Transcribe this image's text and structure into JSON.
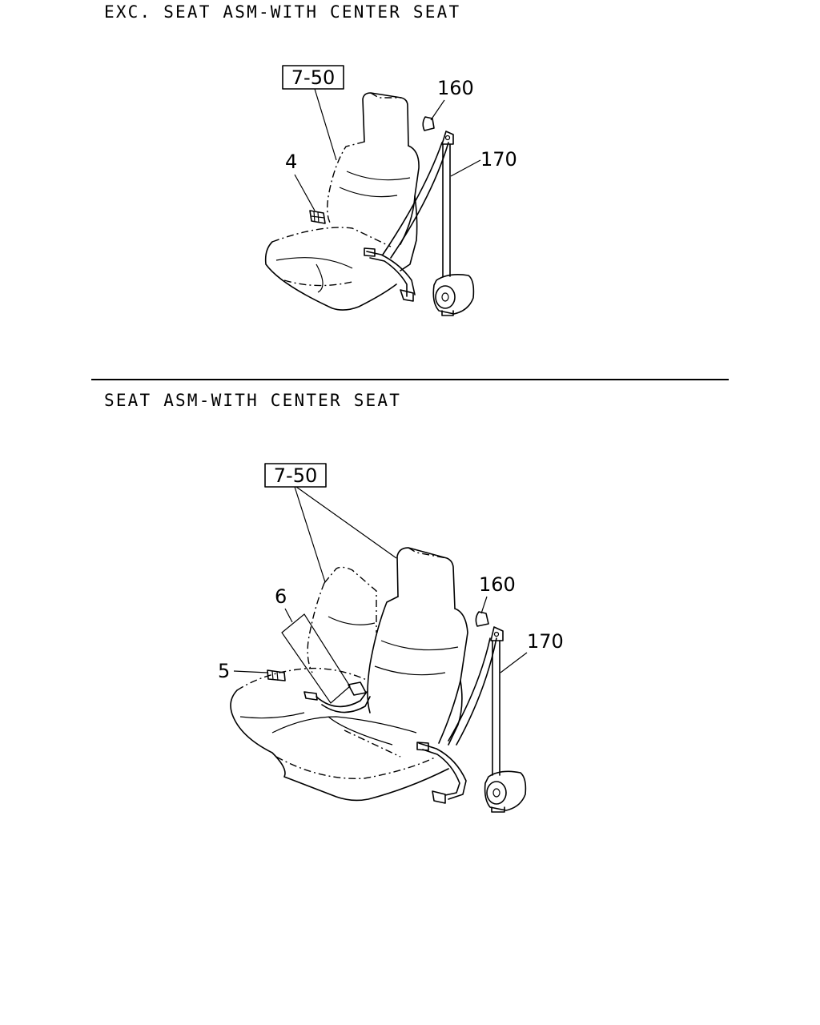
{
  "sections": [
    {
      "title": "EXC. SEAT ASM-WITH CENTER SEAT",
      "labels": {
        "seat_ref": "7-50",
        "buckle": "4",
        "anchor_cover": "160",
        "belt_asm": "170"
      }
    },
    {
      "title": "SEAT ASM-WITH CENTER SEAT",
      "labels": {
        "seat_ref": "7-50",
        "center_belt": "6",
        "center_buckle": "5",
        "anchor_cover": "160",
        "belt_asm": "170"
      }
    }
  ]
}
